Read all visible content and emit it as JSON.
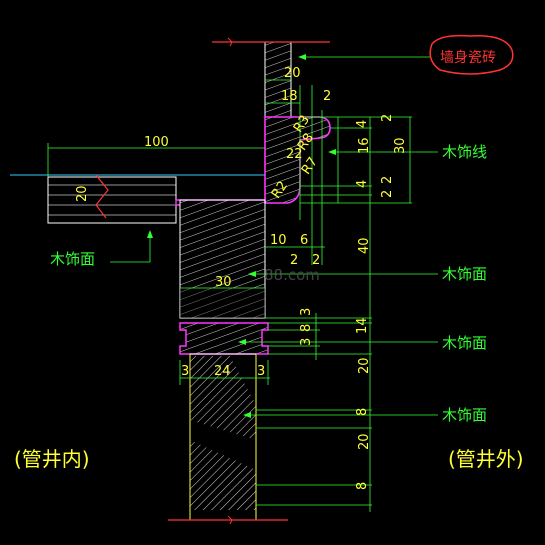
{
  "labels": {
    "wall_tile": "墙身瓷砖",
    "trim_line": "木饰线",
    "wood_face_1": "木饰面",
    "wood_face_2": "木饰面",
    "wood_face_3": "木饰面",
    "wood_face_4": "木饰面",
    "shaft_inside": "(管井内)",
    "shaft_outside": "(管井外)",
    "watermark": "88.com"
  },
  "dims": {
    "d20_top": "20",
    "d18": "18",
    "d2_top": "2",
    "d100": "100",
    "d4a": "4",
    "d2a": "2",
    "d16": "16",
    "d30_right": "30",
    "d4b": "4",
    "d2b": "2",
    "d2c": "2",
    "d22": "22",
    "r3": "R3",
    "r8": "R8",
    "r7": "R7",
    "r2": "R2",
    "d20_left": "20",
    "d10": "10",
    "d6": "6",
    "d2d": "2",
    "d2e": "2",
    "d40": "40",
    "d30_mid": "30",
    "d3a": "3",
    "d8a": "8",
    "d3b": "3",
    "d14": "14",
    "d3c": "3",
    "d24": "24",
    "d3d": "3",
    "d20_low": "20",
    "d8b": "8",
    "d20_bot": "20",
    "d8c": "8"
  },
  "colors": {
    "dimension": "#ffff33",
    "extension": "#33ff33",
    "outline": "#ff33ff",
    "cut": "#ff3333",
    "hatch": "#dddddd"
  }
}
